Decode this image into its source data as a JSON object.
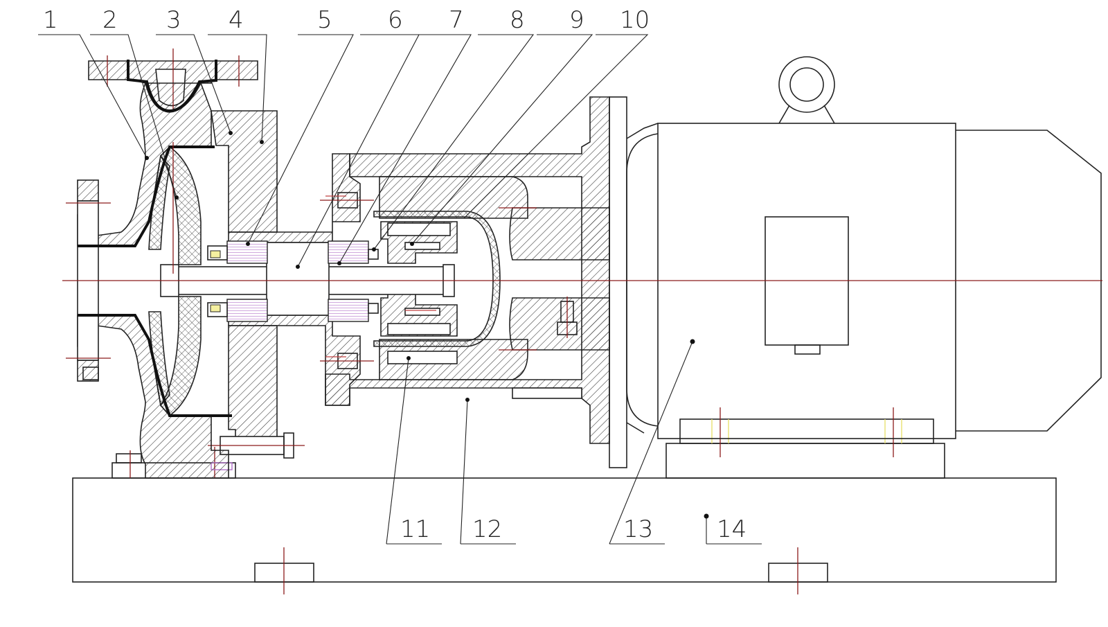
{
  "diagram": {
    "callouts": [
      {
        "id": "1",
        "text": "1"
      },
      {
        "id": "2",
        "text": "2"
      },
      {
        "id": "3",
        "text": "3"
      },
      {
        "id": "4",
        "text": "4"
      },
      {
        "id": "5",
        "text": "5"
      },
      {
        "id": "6",
        "text": "6"
      },
      {
        "id": "7",
        "text": "7"
      },
      {
        "id": "8",
        "text": "8"
      },
      {
        "id": "9",
        "text": "9"
      },
      {
        "id": "10",
        "text": "10"
      },
      {
        "id": "11",
        "text": "11"
      },
      {
        "id": "12",
        "text": "12"
      },
      {
        "id": "13",
        "text": "13"
      },
      {
        "id": "14",
        "text": "14"
      }
    ],
    "colors": {
      "outline": "#222222",
      "centerline": "#8b1a1a",
      "magnet": "#b070c8",
      "highlight": "#e8e070"
    }
  }
}
